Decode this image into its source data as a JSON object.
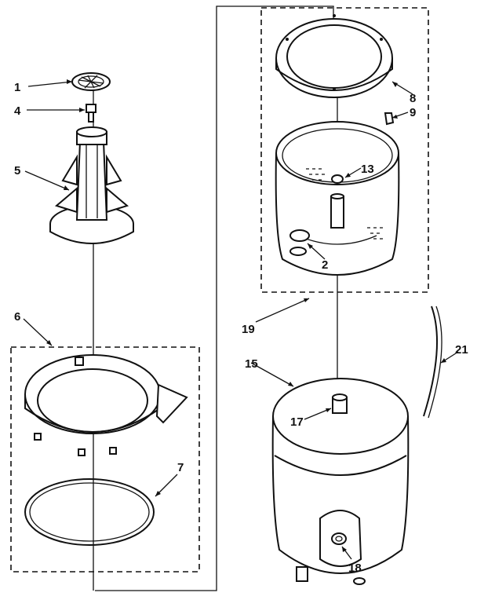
{
  "parts": [
    {
      "id": "p1",
      "label": "1"
    },
    {
      "id": "p4",
      "label": "4"
    },
    {
      "id": "p5",
      "label": "5"
    },
    {
      "id": "p6",
      "label": "6"
    },
    {
      "id": "p7",
      "label": "7"
    },
    {
      "id": "p8",
      "label": "8"
    },
    {
      "id": "p9",
      "label": "9"
    },
    {
      "id": "p13",
      "label": "13"
    },
    {
      "id": "p2",
      "label": "2"
    },
    {
      "id": "p19",
      "label": "19"
    },
    {
      "id": "p15",
      "label": "15"
    },
    {
      "id": "p21",
      "label": "21"
    },
    {
      "id": "p17",
      "label": "17"
    },
    {
      "id": "p18",
      "label": "18"
    }
  ]
}
